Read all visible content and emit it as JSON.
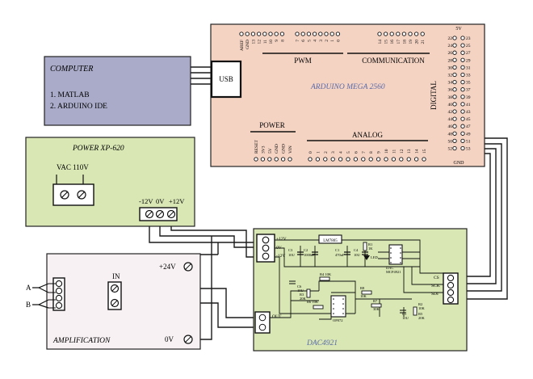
{
  "computer": {
    "title": "COMPUTER",
    "items": [
      "1. MATLAB",
      "2. ARDUINO IDE"
    ],
    "usb_label": "USB",
    "fill": "#a9abc9"
  },
  "arduino": {
    "name": "ARDUINO MEGA 2560",
    "fill": "#f4d3c3",
    "pwm_label": "PWM",
    "communication_label": "COMMUNICATION",
    "power_label": "POWER",
    "analog_label": "ANALOG",
    "digital_label": "DIGITAL",
    "top_5v": "5V",
    "bottom_gnd": "GND",
    "top_left_pins": [
      "AREF",
      "GND",
      "13",
      "12",
      "11",
      "10",
      "9",
      "8"
    ],
    "pwm_pins": [
      "7",
      "6",
      "5",
      "4",
      "3",
      "2",
      "1",
      "0"
    ],
    "comm_pins": [
      "14",
      "15",
      "16",
      "17",
      "18",
      "19",
      "20",
      "21"
    ],
    "power_pins": [
      "RESET",
      "3V3",
      "5V",
      "GND",
      "GND",
      "VIN"
    ],
    "analog_pins": [
      "0",
      "1",
      "2",
      "3",
      "4",
      "5",
      "6",
      "7",
      "8",
      "9",
      "10",
      "11",
      "12",
      "13",
      "14",
      "15"
    ],
    "digital_left": [
      "22",
      "24",
      "26",
      "28",
      "30",
      "32",
      "34",
      "36",
      "38",
      "40",
      "42",
      "44",
      "46",
      "48",
      "50",
      "52"
    ],
    "digital_right": [
      "23",
      "25",
      "27",
      "29",
      "31",
      "33",
      "35",
      "37",
      "39",
      "41",
      "43",
      "45",
      "47",
      "49",
      "51",
      "53"
    ]
  },
  "power": {
    "title": "POWER XP-620",
    "vac_label": "VAC 110V",
    "rail_labels": [
      "-12V",
      "0V",
      "+12V"
    ],
    "fill": "#d8e7b4"
  },
  "amplification": {
    "title": "AMPLIFICATION",
    "plus24_label": "+24V",
    "zero_label": "0V",
    "in_label": "IN",
    "a_label": "A",
    "b_label": "B",
    "fill": "#f7f1f3"
  },
  "dac": {
    "title": "DAC4921",
    "fill": "#d8e7b4",
    "supply_labels": [
      "+12V",
      "0V",
      "-12V"
    ],
    "out_label": "OUT",
    "spi_labels": [
      "CS",
      "SCK",
      "SDI"
    ],
    "components": {
      "regulator": "LM7805",
      "c3": "C3\n10U",
      "c2": "C2\n1000uF",
      "c1": "C1\n470uF",
      "c4": "C4\n10U",
      "r1": "R1\n1K",
      "led": "LED",
      "dac_chip": "DAC\nMCP4921",
      "c6": "C6\n10U",
      "r4": "R4 10K",
      "r3": "R3\n20K",
      "r6": "R6 10K",
      "opamp": "OP072",
      "r8": "R8\n10K",
      "r7": "R7\n30K",
      "r2": "R2\n10K",
      "r5": "R5\n20K",
      "c5": "C5\n10U"
    }
  },
  "wire_color": "#1a1a1a"
}
